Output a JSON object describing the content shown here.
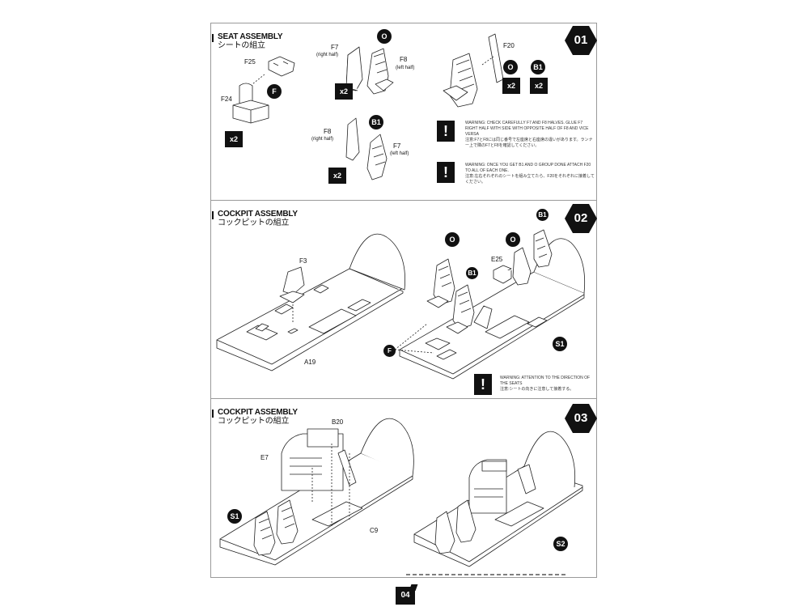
{
  "page_number": "04",
  "sections": [
    {
      "step": "01",
      "title_en": "SEAT ASSEMBLY",
      "title_jp": "シートの組立",
      "labels": {
        "f25": "F25",
        "f24": "F24",
        "f_callout": "F",
        "qty_f": "x2",
        "f7_a": "F7",
        "f7_a_note": "(right half)",
        "f8_a": "F8",
        "f8_a_note": "(left half)",
        "o_a": "O",
        "qty_o": "x2",
        "f8_b": "F8",
        "f8_b_note": "(right half)",
        "f7_b": "F7",
        "f7_b_note": "(left half)",
        "b1_a": "B1",
        "qty_b1": "x2",
        "f20": "F20",
        "o_b": "O",
        "b1_b": "B1",
        "qty_o2": "x2",
        "qty_b12": "x2"
      },
      "warnings": [
        {
          "icon": "!",
          "en": "WARNING: CHECK CAREFULLY F7 AND F8 HALVES. GLUE F7 RIGHT HALF WITH SIDE WITH OPPOSITE HALF OF F8 AND VICE VERSA",
          "jp": "注意:F7とF8には同じ番号で左座席と右座席の違いがあります。ランナー上で隣のF7とF8を確認してください。"
        },
        {
          "icon": "!",
          "en": "WARNING: ONCE YOU GET B1 AND O GROUP DONE ATTACH F20 TO ALL OF EACH ONE.",
          "jp": "注意:左右それぞれのシートを組み立てたら、F20をそれぞれに接着してください。"
        }
      ]
    },
    {
      "step": "02",
      "title_en": "COCKPIT ASSEMBLY",
      "title_jp": "コックピットの組立",
      "labels": {
        "f3": "F3",
        "a19": "A19",
        "o_1": "O",
        "b1_1": "B1",
        "e25": "E25",
        "o_2": "O",
        "b1_2": "B1",
        "f_callout": "F",
        "s1": "S1"
      },
      "warnings": [
        {
          "icon": "!",
          "en": "WARNING: ATTENTION TO THE DIRECTION OF THE SEATS",
          "jp": "注意:シートの向きに注意して接着する。"
        }
      ]
    },
    {
      "step": "03",
      "title_en": "COCKPIT ASSEMBLY",
      "title_jp": "コックピットの組立",
      "labels": {
        "b20": "B20",
        "e7": "E7",
        "s1": "S1",
        "c9": "C9",
        "s2": "S2"
      }
    }
  ]
}
